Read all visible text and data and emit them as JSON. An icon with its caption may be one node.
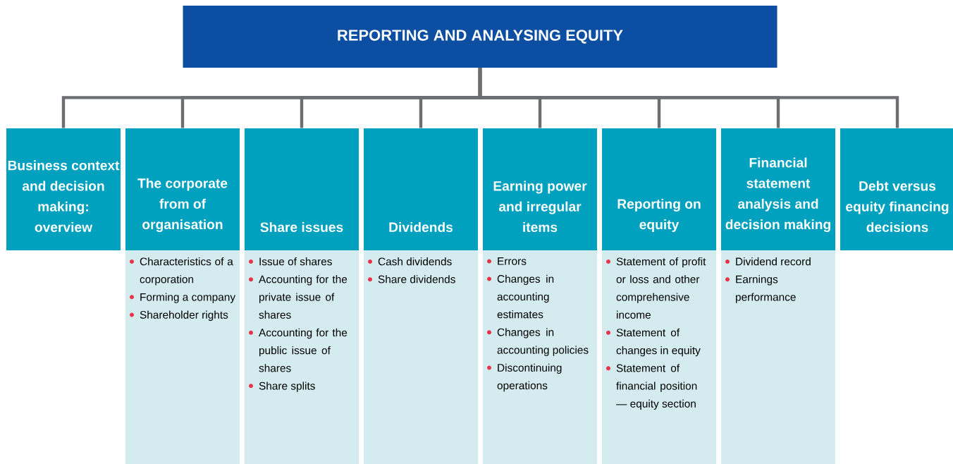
{
  "diagram": {
    "nodes": [
      {
        "text": [
          "REPORTING AND ANALYSING EQUITY"
        ]
      },
      {
        "text": [
          "Business context and decision making: overview"
        ]
      },
      {
        "text": [
          "The corporate from of organisation"
        ]
      },
      {
        "text": [
          "Share issues"
        ]
      },
      {
        "text": [
          "Dividends"
        ]
      },
      {
        "text": [
          "Earning power and irregular items"
        ]
      },
      {
        "text": [
          "Reporting on equity"
        ]
      },
      {
        "text": [
          "Financial statement analysis and decision making"
        ]
      },
      {
        "text": [
          "Debt versus equity financing decisions"
        ]
      },
      {
        "text": [
          "Characteristics of a corporation",
          "Forming a company",
          "Shareholder rights"
        ]
      },
      {
        "text": [
          "Issue of shares",
          "Accounting for the private issue of shares",
          "Accounting for the public issue of shares",
          "Share splits"
        ]
      },
      {
        "text": [
          "Cash dividends",
          "Share dividends"
        ]
      },
      {
        "text": [
          "Errors",
          "Changes in accounting estimates",
          "Changes in accounting policies",
          "Discontinuing operations"
        ]
      },
      {
        "text": [
          "Statement of profit or loss and other comprehensive income",
          "Statement of changes in equity",
          "Statement of financial position — equity section"
        ]
      },
      {
        "text": [
          "Dividend record",
          "Earnings performance"
        ]
      }
    ],
    "edges": [
      {
        "from": 0,
        "to": 1,
        "arrow": "none"
      },
      {
        "from": 0,
        "to": 2,
        "arrow": "none"
      },
      {
        "from": 0,
        "to": 3,
        "arrow": "none"
      },
      {
        "from": 0,
        "to": 4,
        "arrow": "none"
      },
      {
        "from": 0,
        "to": 5,
        "arrow": "none"
      },
      {
        "from": 0,
        "to": 6,
        "arrow": "none"
      },
      {
        "from": 0,
        "to": 7,
        "arrow": "none"
      },
      {
        "from": 0,
        "to": 8,
        "arrow": "none"
      }
    ]
  }
}
